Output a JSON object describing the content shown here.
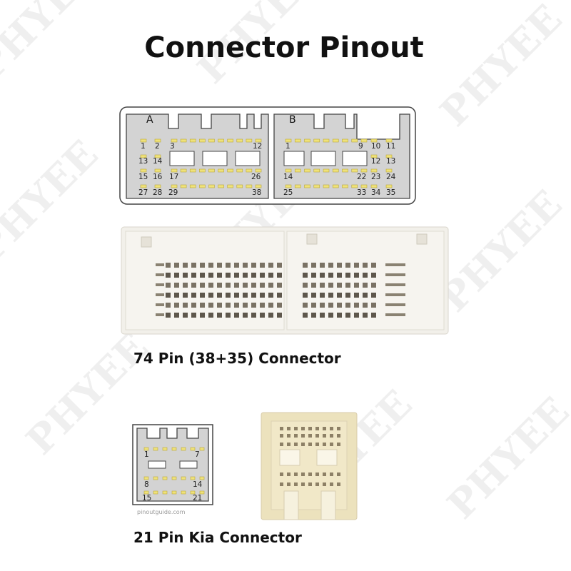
{
  "title": "Connector Pinout",
  "watermark": "PHYEE",
  "site_credit": "pinoutguide.com",
  "colors": {
    "pin": "#efe27a",
    "pin_stroke": "#b9a83a",
    "housing_fill": "#d3d3d3",
    "housing_stroke": "#444444",
    "plug_fill": "#f2f0ea",
    "plug2_fill": "#ece2bd"
  },
  "connector_74": {
    "caption": "74 Pin (38+35) Connector",
    "section_a": {
      "label": "A",
      "pins": [
        "1",
        "2",
        "3",
        "12",
        "13",
        "14",
        "15",
        "16",
        "17",
        "26",
        "27",
        "28",
        "29",
        "38"
      ]
    },
    "section_b": {
      "label": "B",
      "pins": [
        "1",
        "9",
        "10",
        "11",
        "12",
        "13",
        "14",
        "22",
        "23",
        "24",
        "25",
        "33",
        "34",
        "35"
      ]
    }
  },
  "connector_21": {
    "caption": "21 Pin Kia Connector",
    "pins": [
      "1",
      "7",
      "8",
      "14",
      "15",
      "21"
    ]
  }
}
